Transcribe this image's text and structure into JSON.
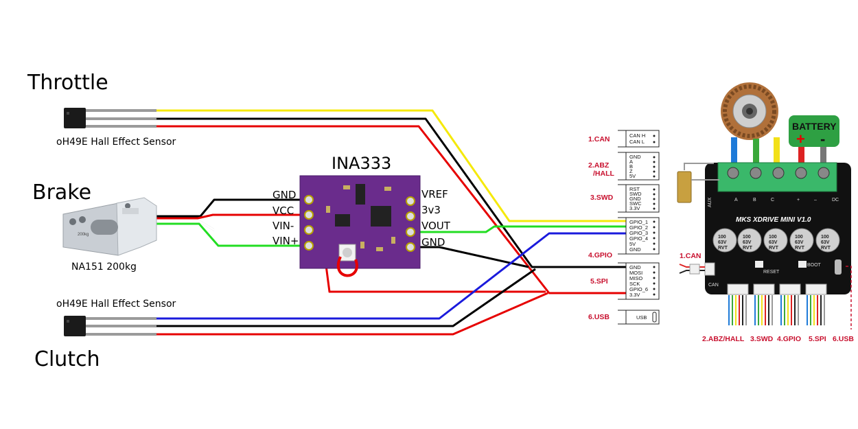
{
  "labels": {
    "throttle": "Throttle",
    "brake": "Brake",
    "clutch": "Clutch",
    "hall_sensor_top": "oH49E Hall Effect Sensor",
    "hall_sensor_bottom": "oH49E Hall Effect Sensor",
    "load_cell": "NA151 200kg",
    "load_cell_engraving": "200kg",
    "amp_title": "INA333"
  },
  "ina333": {
    "left_pins": [
      "GND",
      "VCC",
      "VIN-",
      "VIN+"
    ],
    "right_pins": [
      "VREF",
      "3v3",
      "VOUT",
      "GND"
    ]
  },
  "connectors": [
    {
      "id": "1.CAN",
      "label": "1.CAN",
      "pins": [
        "CAN H",
        "CAN L"
      ]
    },
    {
      "id": "2.ABZ",
      "label": "2.ABZ",
      "label2": "/HALL",
      "pins": [
        "GND",
        "A",
        "B",
        "Z",
        "5V"
      ]
    },
    {
      "id": "3.SWD",
      "label": "3.SWD",
      "pins": [
        "RST",
        "SWD",
        "GND",
        "SWC",
        "3.3V"
      ]
    },
    {
      "id": "4.GPIO",
      "label": "4.GPIO",
      "pins": [
        "GPIO_1",
        "GPIO_2",
        "GPIO_3",
        "GPIO_4",
        "5V",
        "GND"
      ]
    },
    {
      "id": "5.SPI",
      "label": "5.SPI",
      "pins": [
        "GND",
        "MOSI",
        "MISO",
        "SCK",
        "GPIO_6",
        "3.3V"
      ]
    },
    {
      "id": "6.USB",
      "label": "6.USB",
      "pins": [
        "USB"
      ]
    }
  ],
  "board": {
    "name": "MKS XDRIVE MINI V1.0",
    "battery": "BATTERY",
    "plus": "+",
    "minus": "-",
    "terminals": [
      "A",
      "B",
      "C",
      "+",
      "–",
      "DC"
    ],
    "aux": "AUX",
    "can_side": "1.CAN",
    "reset": "RESET",
    "boot": "BOOT",
    "can_small": "CAN",
    "cap": [
      "100",
      "63V",
      "RVT"
    ],
    "bottom_labels": [
      "2.ABZ/HALL",
      "3.SWD",
      "4.GPIO",
      "5.SPI",
      "6.USB"
    ]
  },
  "colors": {
    "wire_yellow": "#f5e90a",
    "wire_black": "#000000",
    "wire_red": "#e60000",
    "wire_green": "#22dd22",
    "wire_blue": "#1a1adc",
    "wire_white": "#ffffff",
    "pcb_purple": "#6a2c8c",
    "board_black": "#111111",
    "label_red": "#c8102e",
    "battery_green": "#2ea043"
  }
}
